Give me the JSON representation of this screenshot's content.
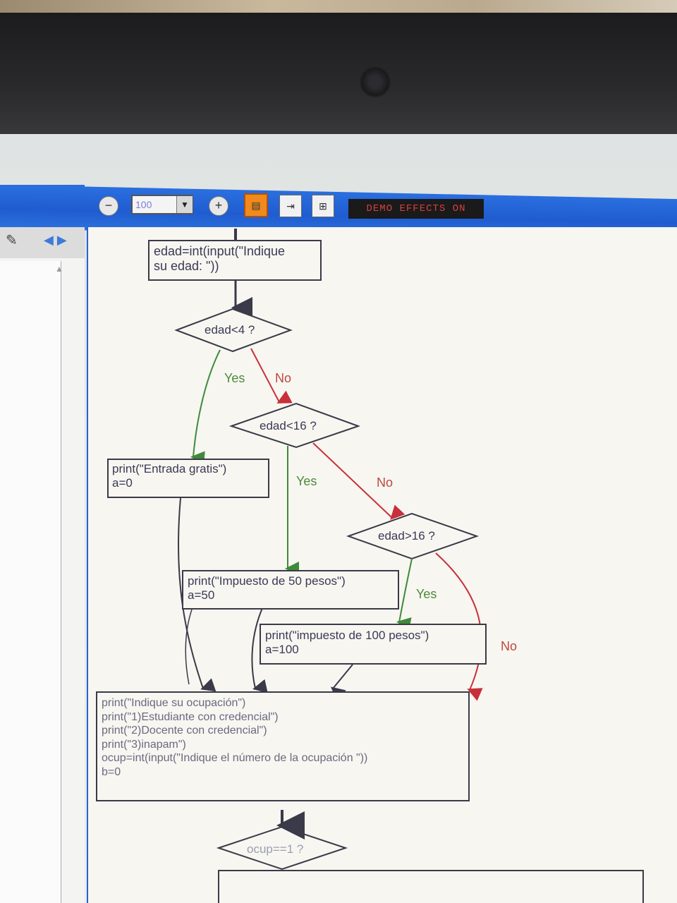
{
  "toolbar": {
    "zoom_value": "100",
    "zoom_out_icon": "minus-circle-icon",
    "zoom_in_icon": "plus-circle-icon",
    "demo_label": "DEMO EFFECTS ON"
  },
  "flowchart": {
    "input_age": {
      "line1": "edad=int(input(\"Indique",
      "line2": "su edad: \"))"
    },
    "cond1": "edad<4 ?",
    "cond2": "edad<16 ?",
    "cond3": "edad>16 ?",
    "free_entry": {
      "line1": "print(\"Entrada gratis\")",
      "line2": "a=0"
    },
    "tax50": {
      "line1": "print(\"Impuesto de 50 pesos\")",
      "line2": "a=50"
    },
    "tax100": {
      "line1": "print(\"impuesto de 100 pesos\")",
      "line2": "a=100"
    },
    "occupation": {
      "line1": "print(\"Indique su ocupación\")",
      "line2": "print(\"1)Estudiante con credencial\")",
      "line3": "print(\"2)Docente con credencial\")",
      "line4": "print(\"3)inapam\")",
      "line5": "ocup=int(input(\"Indique el número de la ocupación \"))",
      "line6": "b=0"
    },
    "cond4": "ocup==1 ?",
    "labels": {
      "yes1": "Yes",
      "no1": "No",
      "yes2": "Yes",
      "no2": "No",
      "yes3": "Yes",
      "no3": "No"
    }
  },
  "colors": {
    "toolbar_blue": "#2563d6",
    "yes_arrow": "#3f8a3a",
    "no_arrow": "#c8303a",
    "flow_arrow": "#3a3a48"
  }
}
